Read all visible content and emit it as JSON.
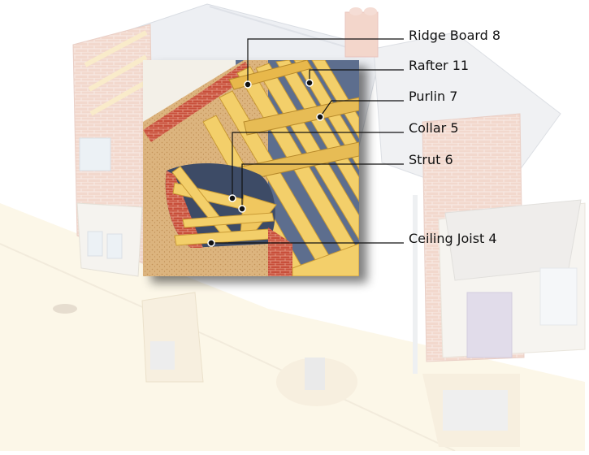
{
  "callouts": [
    {
      "label": "Ridge Board 8"
    },
    {
      "label": "Rafter 11"
    },
    {
      "label": "Purlin 7"
    },
    {
      "label": "Collar 5"
    },
    {
      "label": "Strut 6"
    },
    {
      "label": "Ceiling Joist 4"
    }
  ],
  "colors": {
    "timber": "#f3cf6a",
    "timber_dark": "#c99a34",
    "brick": "#c8503a",
    "plaster": "#d9b07a",
    "slate": "#5d6e8e",
    "leader": "#111111"
  }
}
